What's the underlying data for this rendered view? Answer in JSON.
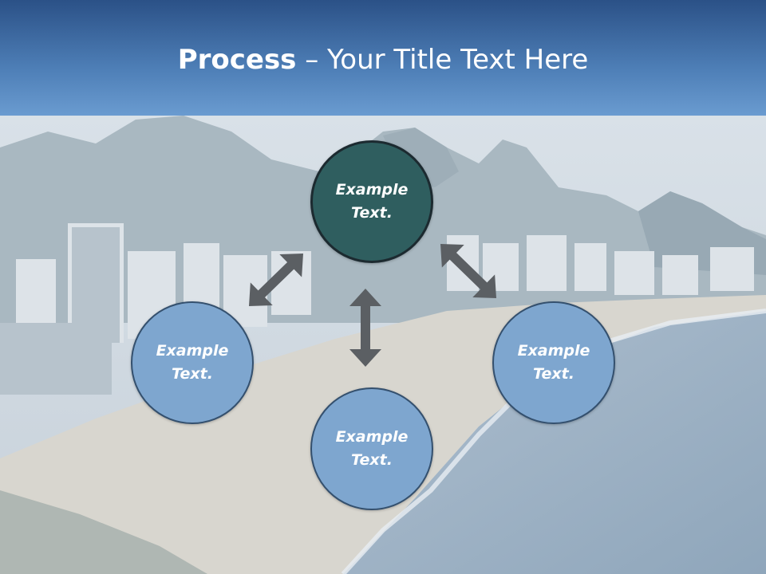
{
  "slide": {
    "title_bold": "Process",
    "title_rest": " – Your Title Text Here"
  },
  "diagram": {
    "nodes": [
      {
        "id": "top",
        "line1": "Example",
        "line2": "Text.",
        "color": "#2f5e5f"
      },
      {
        "id": "left",
        "line1": "Example",
        "line2": "Text.",
        "color": "#7ea6cf"
      },
      {
        "id": "right",
        "line1": "Example",
        "line2": "Text.",
        "color": "#7ea6cf"
      },
      {
        "id": "bottom",
        "line1": "Example",
        "line2": "Text.",
        "color": "#7ea6cf"
      }
    ],
    "connector_color": "#5b5f63",
    "header_color": "#3b68a0"
  }
}
